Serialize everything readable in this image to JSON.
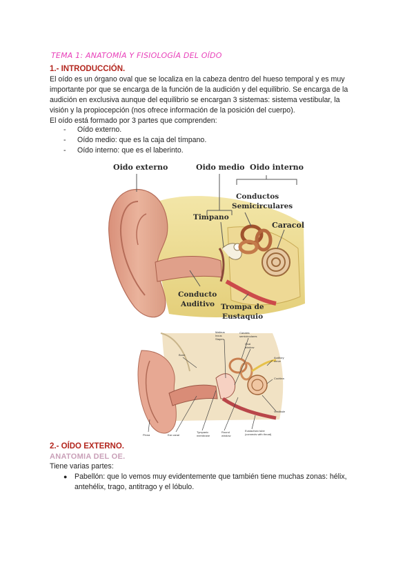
{
  "doc": {
    "title": "TEMA 1: ANATOMÍA Y FISIOLOGÍA DEL OÍDO",
    "section1": {
      "heading": "1.- INTRODUCCIÓN.",
      "para_lines": [
        "El oído es un órgano oval que se localiza en la cabeza dentro del hueso temporal y es muy",
        "importante por que se encarga de la función de la audición y del equilibrio. Se encarga de la",
        "audición en exclusiva aunque del equilibrio se encargan 3 sistemas: sistema vestibular, la",
        "visión y la propiocepción (nos ofrece información de la posición del cuerpo).",
        "El oído está formado por 3 partes que comprenden:"
      ],
      "list": [
        "Oído externo.",
        "Oído medio: que es la caja del tímpano.",
        "Oído interno: que es el laberinto."
      ]
    },
    "figure1": {
      "labels": {
        "oido_externo": "Oido externo",
        "oido_medio": "Oido medio",
        "oido_interno": "Oido interno",
        "conductos_1": "Conductos",
        "conductos_2": "Semicirculares",
        "timpano": "Timpano",
        "caracol": "Caracol",
        "conducto_1": "Conducto",
        "conducto_2": "Auditivo",
        "trompa_1": "Trompa de",
        "trompa_2": "Eustaquio"
      }
    },
    "figure2": {
      "labels": {
        "malleus": "Malleus",
        "incus": "Incus",
        "stapes": "Stapes",
        "canals_1": "Canales",
        "canals_2": "semicirculares",
        "oval_1": "Oval",
        "oval_2": "window",
        "bone": "Bone",
        "auditory_1": "Auditory",
        "auditory_2": "nerve",
        "cochlea": "Cochlea",
        "vestibule": "Vestibule",
        "pinna": "Pinna",
        "ear_canal": "Ear canal",
        "tymp_1": "Tympanic",
        "tymp_2": "membrane",
        "round_1": "Round",
        "round_2": "window",
        "eust_1": "Eustachian tube",
        "eust_2": "(connects with throat)"
      }
    },
    "section2": {
      "heading": "2.- OÍDO EXTERNO.",
      "subheading": "ANATOMIA DEL OE.",
      "intro": "Tiene varias partes:",
      "bullets": [
        {
          "line1": "Pabellón: que lo vemos muy evidentemente que también tiene muchas zonas: hélix,",
          "line2": "antehélix, trago, antitrago y el lóbulo."
        }
      ]
    }
  }
}
